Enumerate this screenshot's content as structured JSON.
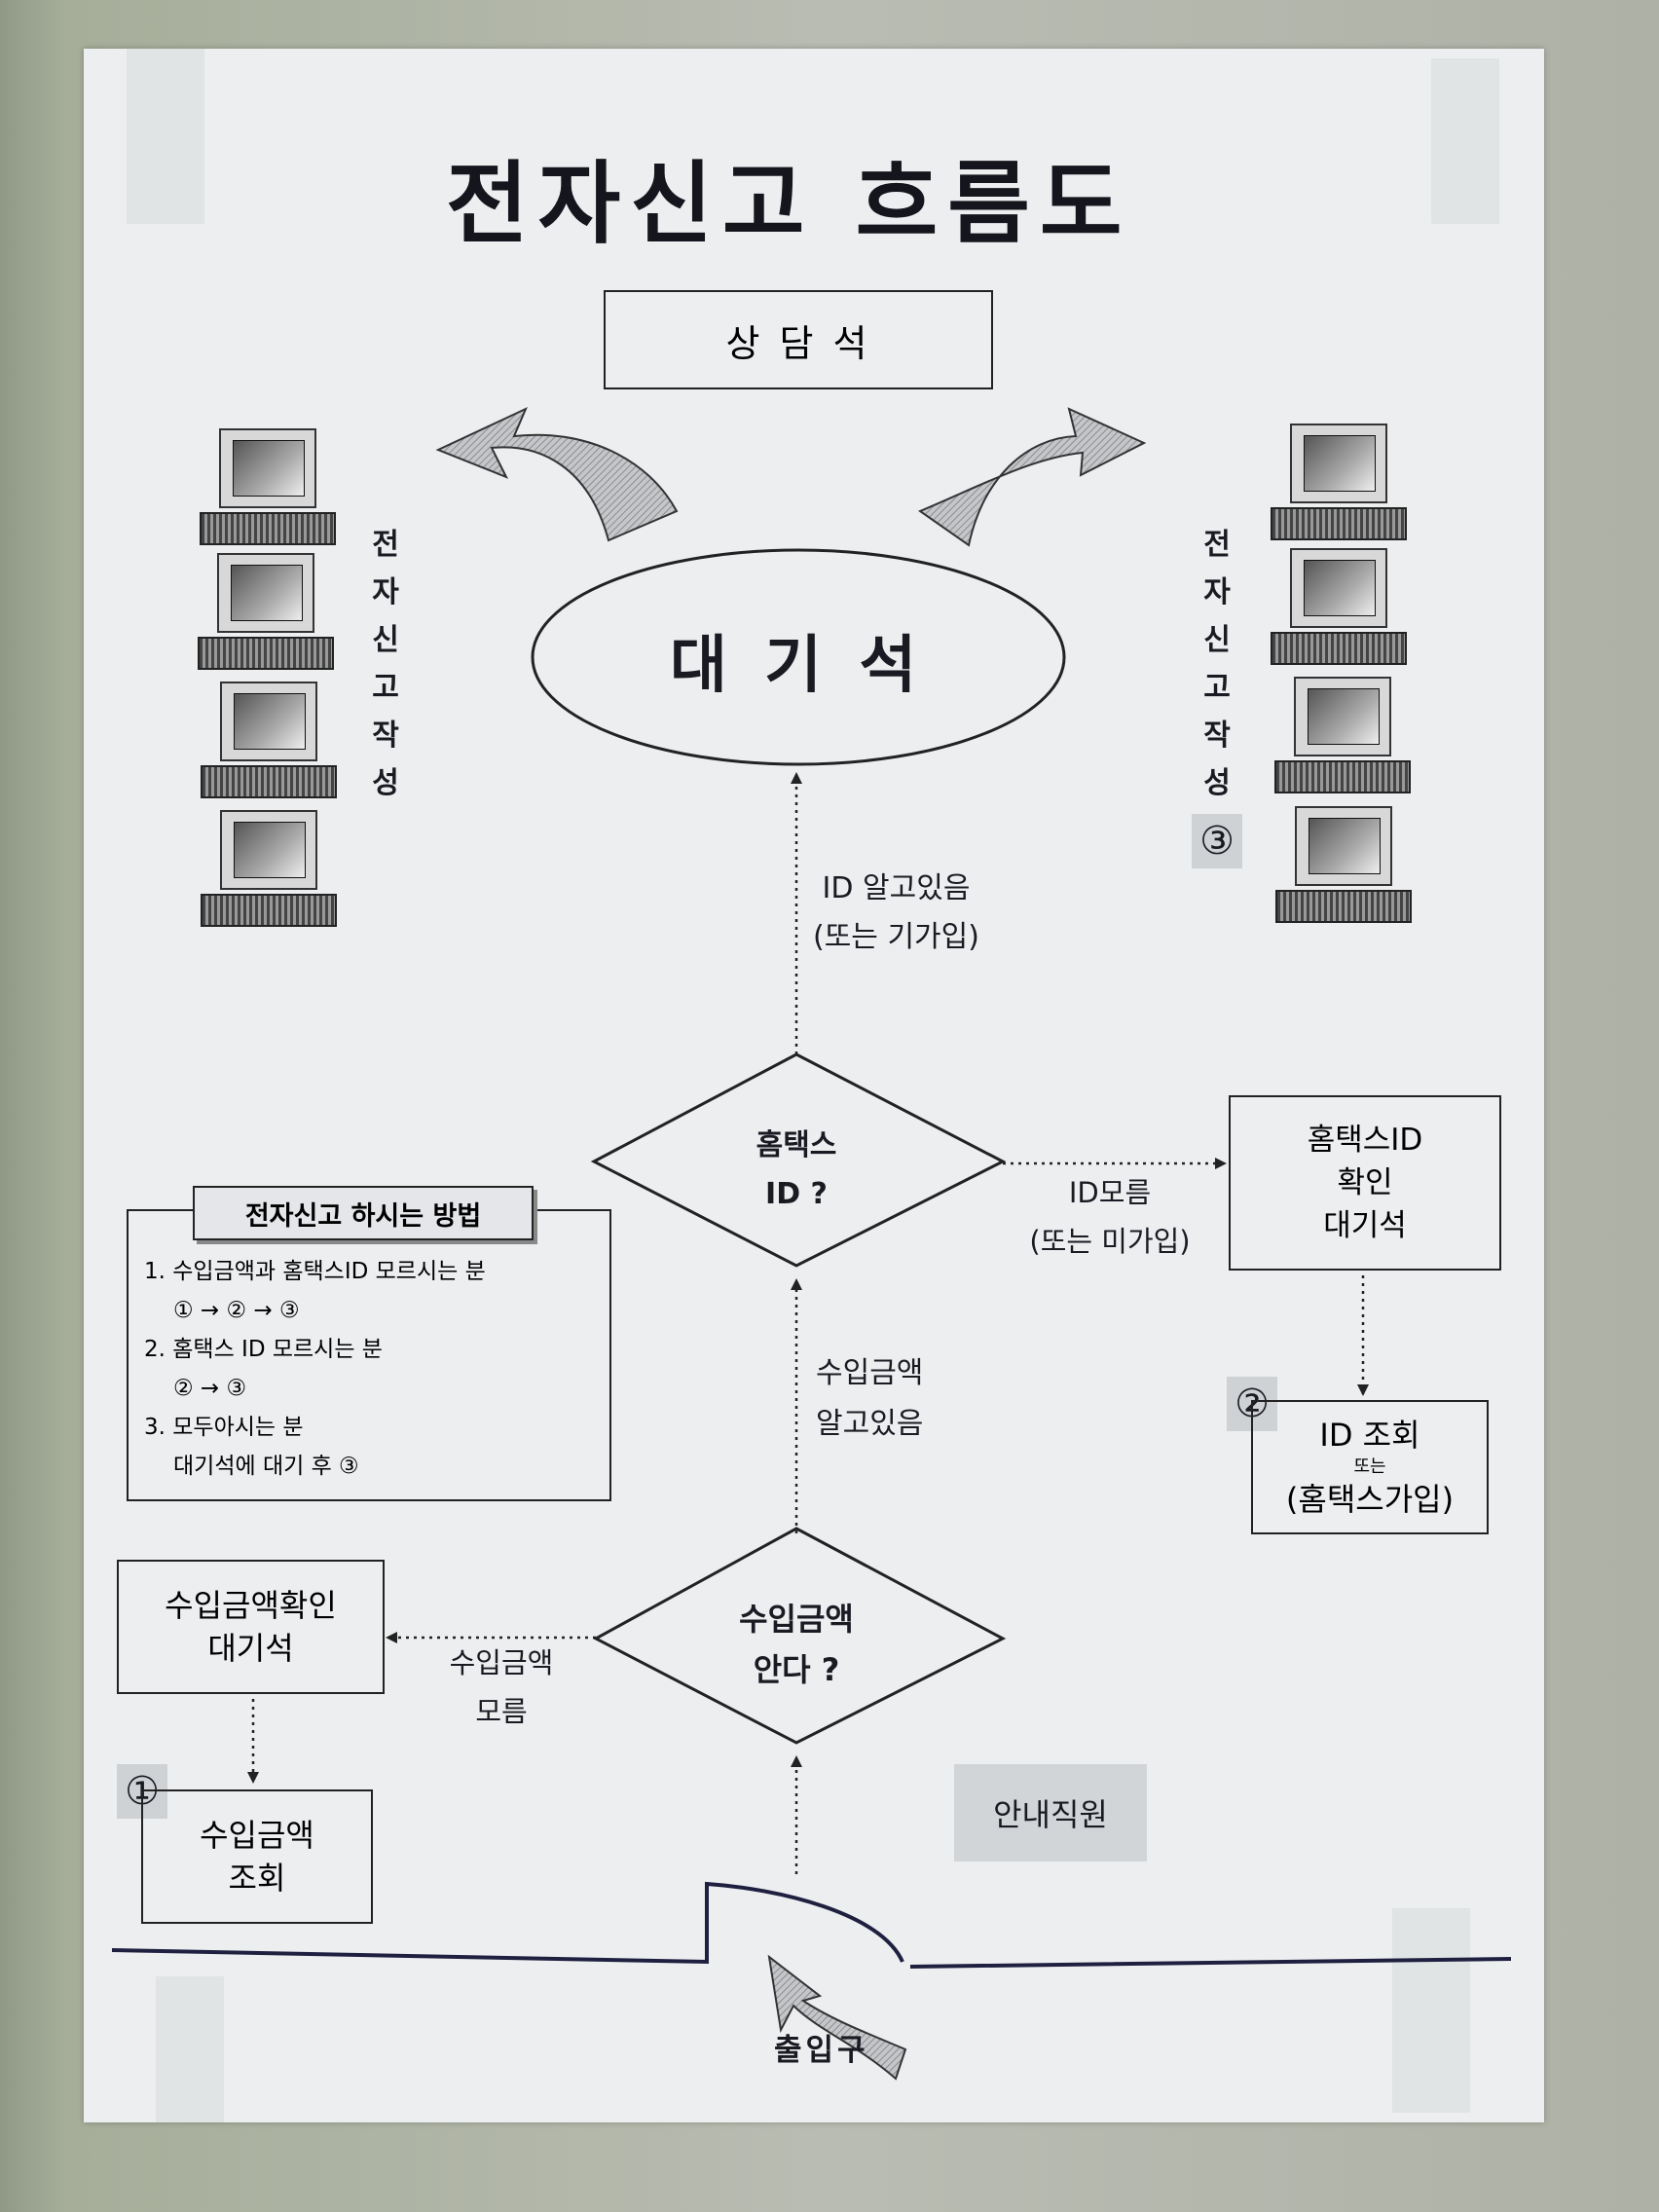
{
  "title": "전자신고 흐름도",
  "counsel_box": "상 담 석",
  "waiting_ellipse": "대 기 석",
  "side_label_left": "전자신고작성",
  "side_label_right": "전자신고작성",
  "marker_1": "①",
  "marker_2": "②",
  "marker_3": "③",
  "decision_id": {
    "line1": "홈택스",
    "line2": "ID ?"
  },
  "decision_income": {
    "line1": "수입금액",
    "line2": "안다 ?"
  },
  "label_id_known": {
    "line1": "ID 알고있음",
    "line2": "(또는 기가입)"
  },
  "label_id_unknown": {
    "line1": "ID모름",
    "line2": "(또는 미가입)"
  },
  "label_income_known": {
    "line1": "수입금액",
    "line2": "알고있음"
  },
  "label_income_unknown": {
    "line1": "수입금액",
    "line2": "모름"
  },
  "box_hometax_id_wait": {
    "line1": "홈택스ID",
    "line2": "확인",
    "line3": "대기석"
  },
  "box_id_lookup": {
    "line1": "ID 조회",
    "line2": "또는",
    "line3": "(홈택스가입)"
  },
  "box_income_wait": {
    "line1": "수입금액확인",
    "line2": "대기석"
  },
  "box_income_lookup": {
    "line1": "수입금액",
    "line2": "조회"
  },
  "guide_staff": "안내직원",
  "entrance": "출입구",
  "method_box": {
    "title": "전자신고 하시는 방법",
    "items": [
      {
        "line1": "1. 수입금액과 홈택스ID 모르시는 분",
        "line2": "① → ② → ③"
      },
      {
        "line1": "2. 홈택스 ID 모르시는 분",
        "line2": "② → ③"
      },
      {
        "line1": "3. 모두아시는 분",
        "line2": "대기석에 대기 후 ③"
      }
    ]
  }
}
